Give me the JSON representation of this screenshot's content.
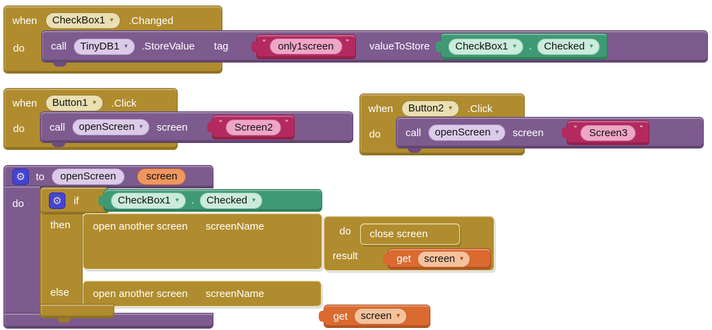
{
  "colors": {
    "event_gold": "#B08C2E",
    "procedure_purple": "#7D5B8E",
    "text_crimson": "#B42A5F",
    "getter_green": "#3F9A74",
    "variable_orange": "#DA6A30",
    "mutator_blue": "#4444D4",
    "canvas_bg": "#FFFFFF"
  },
  "icons": {
    "gear": "⚙",
    "dropdown_arrow": "▾"
  },
  "blocks": {
    "when_checkbox_changed": {
      "when": "when",
      "component": "CheckBox1",
      "event": ".Changed",
      "do": "do",
      "body": {
        "call": "call",
        "component": "TinyDB1",
        "method": ".StoreValue",
        "tag_label": "tag",
        "tag_text": {
          "open_quote": "“",
          "value": "only1screen",
          "close_quote": "”"
        },
        "value_label": "valueToStore",
        "value_block": {
          "component": "CheckBox1",
          "dot": ".",
          "property": "Checked"
        }
      }
    },
    "when_button1_click": {
      "when": "when",
      "component": "Button1",
      "event": ".Click",
      "do": "do",
      "body": {
        "call": "call",
        "procedure": "openScreen",
        "param_label": "screen",
        "arg_text": {
          "open_quote": "“",
          "value": "Screen2",
          "close_quote": "”"
        }
      }
    },
    "when_button2_click": {
      "when": "when",
      "component": "Button2",
      "event": ".Click",
      "do": "do",
      "body": {
        "call": "call",
        "procedure": "openScreen",
        "param_label": "screen",
        "arg_text": {
          "open_quote": "“",
          "value": "Screen3",
          "close_quote": "”"
        }
      }
    },
    "procedure_openscreen": {
      "to": "to",
      "name": "openScreen",
      "param": "screen",
      "do": "do",
      "if_block": {
        "if_label": "if",
        "condition": {
          "component": "CheckBox1",
          "dot": ".",
          "property": "Checked"
        },
        "then_label": "then",
        "else_label": "else"
      },
      "then_body": {
        "open_label": "open another screen",
        "screen_name_label": "screenName",
        "do_result": {
          "do_label": "do",
          "do_statement": "close screen",
          "result_label": "result",
          "result_value": {
            "get_label": "get",
            "variable": "screen"
          }
        }
      },
      "else_body": {
        "open_label": "open another screen",
        "screen_name_label": "screenName",
        "arg": {
          "get_label": "get",
          "variable": "screen"
        }
      }
    }
  }
}
